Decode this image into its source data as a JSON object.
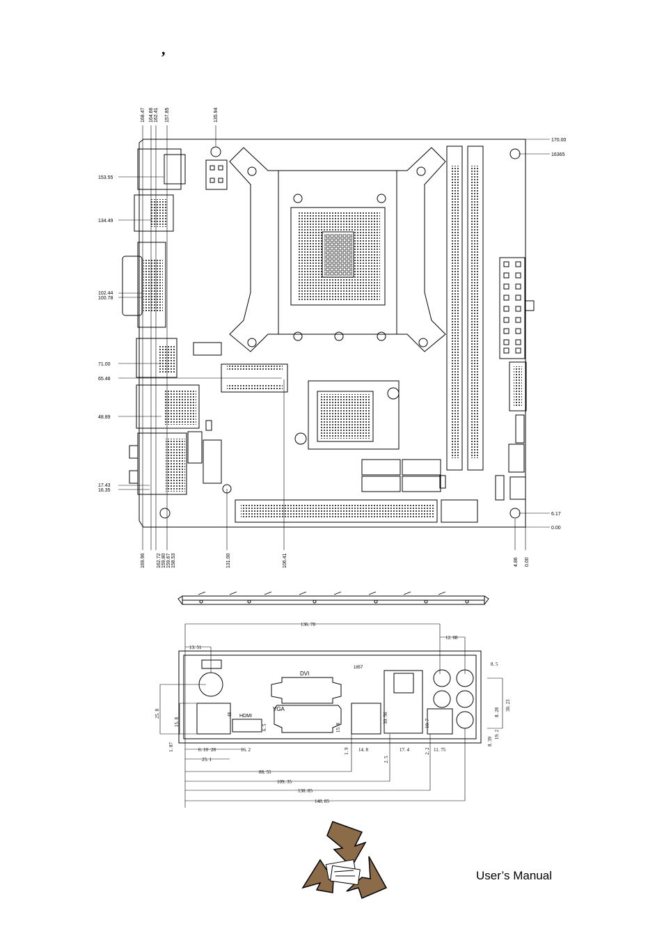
{
  "stray_mark": ",",
  "footer": {
    "manual_label": "User’s Manual"
  },
  "board_drawing": {
    "top_dims": [
      "168.47",
      "164.66",
      "162.41",
      "157.85",
      "135.94"
    ],
    "right_dims": {
      "top_edge": "170.00",
      "mount_hole_top": "16365",
      "mount_hole_bottom": "6.17",
      "bottom_edge": "0.00"
    },
    "left_dims": [
      "153.55",
      "134.49",
      "102.44",
      "100.78",
      "71.00",
      "65.48",
      "48.89",
      "17.43",
      "16.35"
    ],
    "bottom_dims": [
      "169.96",
      "162.72",
      "159.80",
      "159.67",
      "158.53",
      "131.00",
      "106.41",
      "4.86",
      "0.00"
    ]
  },
  "io_shield": {
    "overall_width": "136. 78",
    "dims_top": {
      "left_offset": "13. 51",
      "right_offset": "12. 08",
      "audio_diameter": "8. 5"
    },
    "port_labels": {
      "dvi": "DVI",
      "vga": "VGA",
      "hdmi": "HDMI",
      "spec": "1857"
    },
    "left_heights": {
      "total": "25. 8",
      "usb": "15. 8",
      "bottom": "1. 87"
    },
    "inner_dims": {
      "hdmi_height": "6. 5",
      "hdmi_gap": "48",
      "usb2_height": "15. 8",
      "lan_height": "30. 56",
      "audio_a": "8. 28",
      "audio_b": "30. 23",
      "audio_c": "8. 39",
      "lan_small": "10. 7",
      "audio_small": "19. 2"
    },
    "bottom_row": {
      "a": "6. 10",
      "b": "28",
      "c": "16. 2",
      "d": "1. 9",
      "e": "14. 8",
      "f": "2. 5",
      "g": "17. 4",
      "h": "2. 2",
      "i": "11. 75"
    },
    "stacked_dims": [
      "25. 1",
      "88. 55",
      "109. 35",
      "130. 85",
      "148. 85"
    ]
  }
}
